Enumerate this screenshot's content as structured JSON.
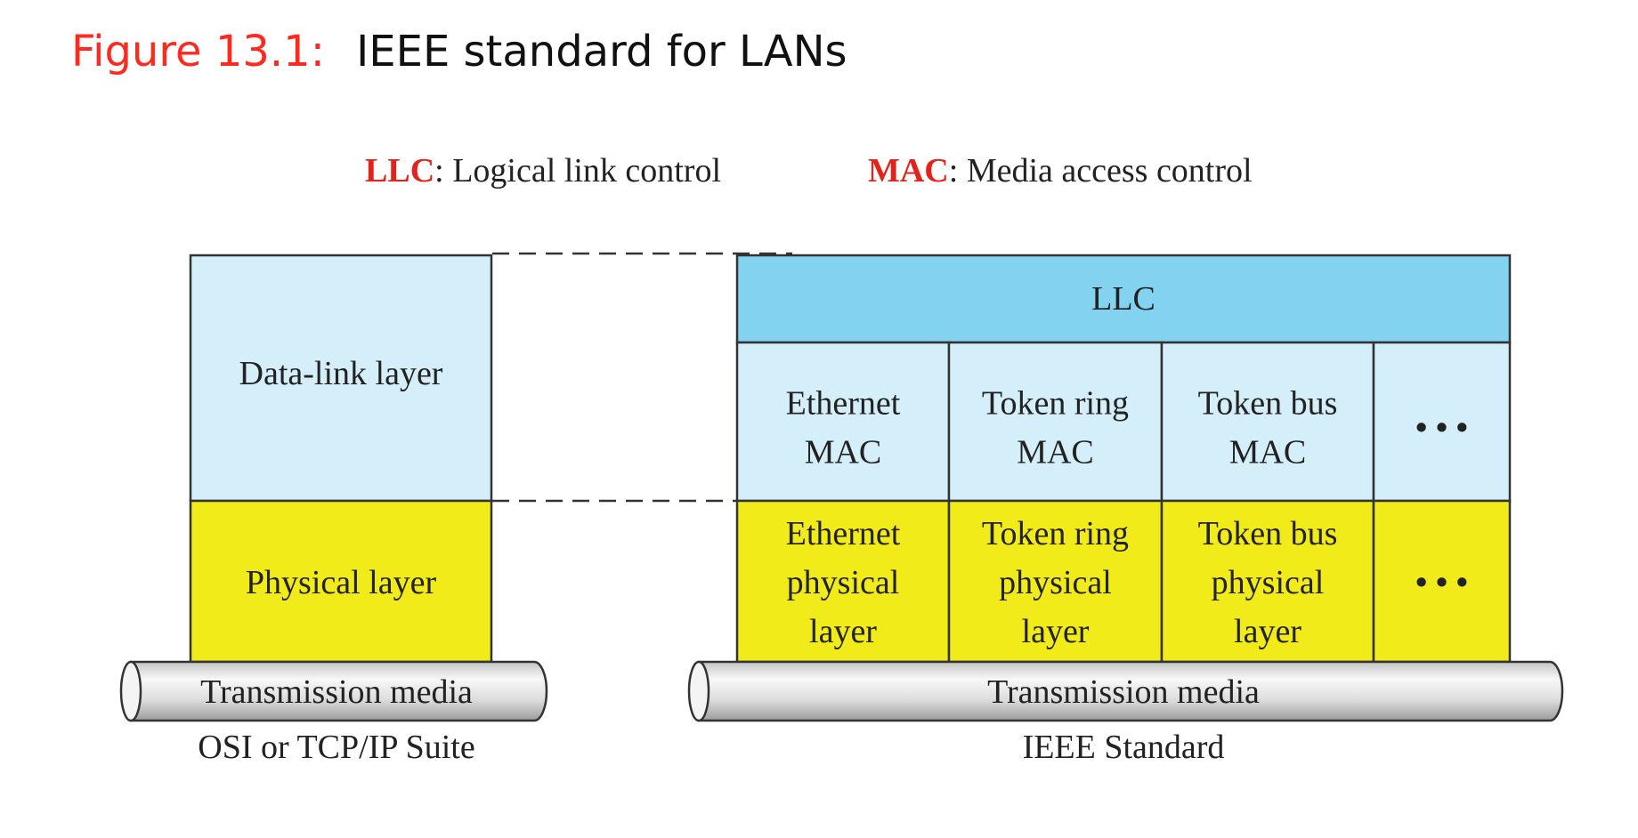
{
  "title": {
    "label": "Figure 13.1:",
    "text": "IEEE standard for LANs",
    "label_color": "#ff2a1f"
  },
  "legend": {
    "llc_abbr": "LLC",
    "llc_desc": ": Logical link control",
    "mac_abbr": "MAC",
    "mac_desc": ": Media access control",
    "abbr_color": "#e3231b"
  },
  "osi_stack": {
    "data_link": "Data-link layer",
    "physical": "Physical layer",
    "media": "Transmission media",
    "caption": "OSI or TCP/IP Suite"
  },
  "ieee_stack": {
    "llc": "LLC",
    "mac_cells": [
      [
        "Ethernet",
        "MAC"
      ],
      [
        "Token ring",
        "MAC"
      ],
      [
        "Token bus",
        "MAC"
      ],
      [
        "• • •"
      ]
    ],
    "physical_cells": [
      [
        "Ethernet",
        "physical",
        "layer"
      ],
      [
        "Token ring",
        "physical",
        "layer"
      ],
      [
        "Token bus",
        "physical",
        "layer"
      ],
      [
        "• • •"
      ]
    ],
    "media": "Transmission media",
    "caption": "IEEE Standard"
  },
  "colors": {
    "light_blue": "#d5effa",
    "llc_blue": "#82d2f0",
    "yellow": "#f2eb1a",
    "cylinder_light": "#f4f4f4",
    "cylinder_dark": "#a9a9a9"
  }
}
